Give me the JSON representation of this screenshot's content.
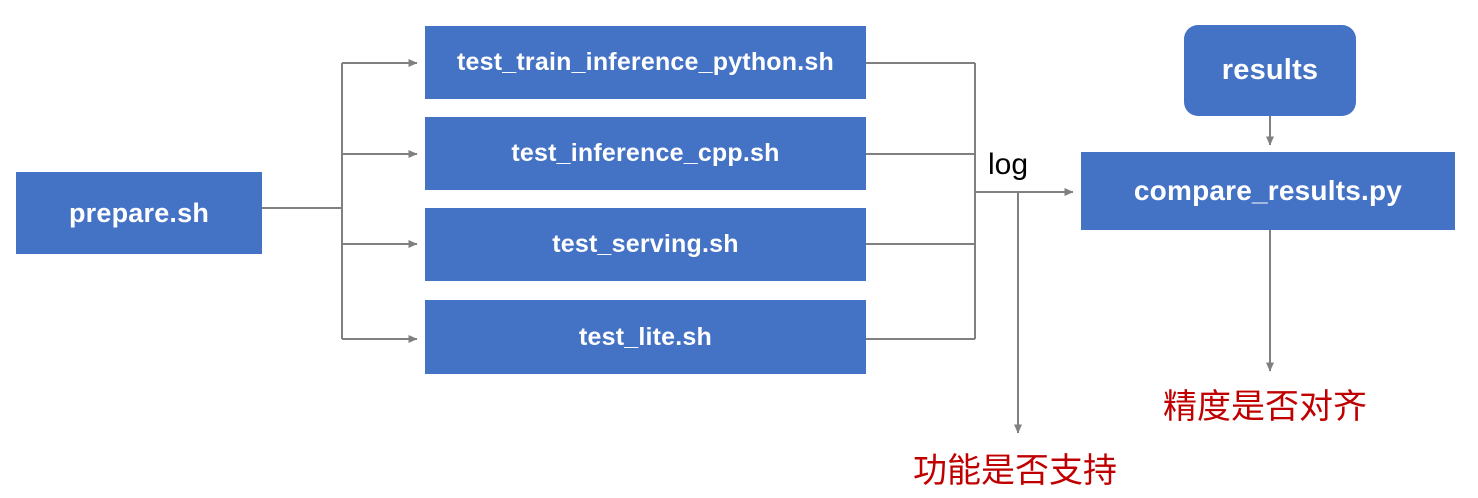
{
  "diagram": {
    "title": "PaddlePaddle TIPC test pipeline flowchart",
    "colors": {
      "node_fill": "#4472C4",
      "node_text": "#FFFFFF",
      "connector": "#808080",
      "warning_text": "#C00000",
      "background": "#FFFFFF"
    },
    "nodes": {
      "prepare": {
        "label": "prepare.sh",
        "shape": "rect"
      },
      "test_train_inference_python": {
        "label": "test_train_inference_python.sh",
        "shape": "rect"
      },
      "test_inference_cpp": {
        "label": "test_inference_cpp.sh",
        "shape": "rect"
      },
      "test_serving": {
        "label": "test_serving.sh",
        "shape": "rect"
      },
      "test_lite": {
        "label": "test_lite.sh",
        "shape": "rect"
      },
      "results": {
        "label": "results",
        "shape": "rounded-rect"
      },
      "compare_results": {
        "label": "compare_results.py",
        "shape": "rect"
      }
    },
    "edge_labels": {
      "log": "log"
    },
    "annotations": {
      "functionality": "功能是否支持",
      "accuracy": "精度是否对齐"
    }
  }
}
